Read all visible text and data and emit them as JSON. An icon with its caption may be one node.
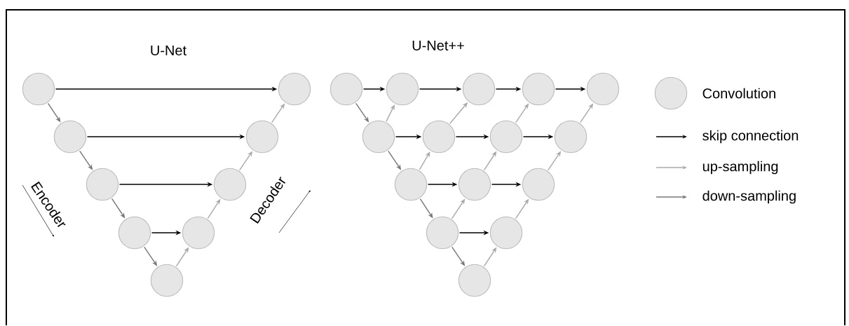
{
  "diagram": {
    "nodes": [
      {
        "text": [],
        "shape": "circle"
      },
      {
        "text": [],
        "shape": "circle"
      },
      {
        "text": [],
        "shape": "circle"
      },
      {
        "text": [],
        "shape": "circle"
      },
      {
        "text": [],
        "shape": "circle"
      },
      {
        "text": [],
        "shape": "circle"
      },
      {
        "text": [],
        "shape": "circle"
      },
      {
        "text": [],
        "shape": "circle"
      },
      {
        "text": [],
        "shape": "circle"
      },
      {
        "text": [],
        "shape": "circle"
      },
      {
        "text": [],
        "shape": "circle"
      },
      {
        "text": [],
        "shape": "circle"
      },
      {
        "text": [],
        "shape": "circle"
      },
      {
        "text": [],
        "shape": "circle"
      },
      {
        "text": [],
        "shape": "circle"
      },
      {
        "text": [],
        "shape": "circle"
      },
      {
        "text": [],
        "shape": "circle"
      },
      {
        "text": [],
        "shape": "circle"
      },
      {
        "text": [],
        "shape": "circle"
      },
      {
        "text": [],
        "shape": "circle"
      },
      {
        "text": [],
        "shape": "circle"
      },
      {
        "text": [],
        "shape": "circle"
      },
      {
        "text": [],
        "shape": "circle"
      },
      {
        "text": [],
        "shape": "circle"
      }
    ],
    "edges": [
      {
        "from": 0,
        "to": 5,
        "arrow": "to"
      },
      {
        "from": 1,
        "to": 6,
        "arrow": "to"
      },
      {
        "from": 2,
        "to": 7,
        "arrow": "to"
      },
      {
        "from": 3,
        "to": 8,
        "arrow": "to"
      },
      {
        "from": 0,
        "to": 1,
        "arrow": "to",
        "color": "#777777"
      },
      {
        "from": 1,
        "to": 2,
        "arrow": "to",
        "color": "#777777"
      },
      {
        "from": 2,
        "to": 3,
        "arrow": "to",
        "color": "#777777"
      },
      {
        "from": 3,
        "to": 4,
        "arrow": "to",
        "color": "#777777"
      },
      {
        "from": 4,
        "to": 8,
        "arrow": "to",
        "color": "#aaaaaa"
      },
      {
        "from": 8,
        "to": 7,
        "arrow": "to",
        "color": "#aaaaaa"
      },
      {
        "from": 7,
        "to": 6,
        "arrow": "to",
        "color": "#aaaaaa"
      },
      {
        "from": 6,
        "to": 5,
        "arrow": "to",
        "color": "#aaaaaa"
      },
      {
        "from": 9,
        "to": 10,
        "arrow": "to"
      },
      {
        "from": 10,
        "to": 11,
        "arrow": "to"
      },
      {
        "from": 11,
        "to": 12,
        "arrow": "to"
      },
      {
        "from": 12,
        "to": 13,
        "arrow": "to"
      },
      {
        "from": 14,
        "to": 15,
        "arrow": "to"
      },
      {
        "from": 15,
        "to": 16,
        "arrow": "to"
      },
      {
        "from": 16,
        "to": 17,
        "arrow": "to"
      },
      {
        "from": 18,
        "to": 19,
        "arrow": "to"
      },
      {
        "from": 19,
        "to": 20,
        "arrow": "to"
      },
      {
        "from": 21,
        "to": 22,
        "arrow": "to"
      },
      {
        "from": 9,
        "to": 14,
        "arrow": "to",
        "color": "#777777"
      },
      {
        "from": 14,
        "to": 18,
        "arrow": "to",
        "color": "#777777"
      },
      {
        "from": 18,
        "to": 21,
        "arrow": "to",
        "color": "#777777"
      },
      {
        "from": 21,
        "to": 23,
        "arrow": "to",
        "color": "#777777"
      },
      {
        "from": 14,
        "to": 10,
        "arrow": "to",
        "color": "#aaaaaa"
      },
      {
        "from": 15,
        "to": 11,
        "arrow": "to",
        "color": "#aaaaaa"
      },
      {
        "from": 16,
        "to": 12,
        "arrow": "to",
        "color": "#aaaaaa"
      },
      {
        "from": 17,
        "to": 13,
        "arrow": "to",
        "color": "#aaaaaa"
      },
      {
        "from": 18,
        "to": 15,
        "arrow": "to",
        "color": "#aaaaaa"
      },
      {
        "from": 19,
        "to": 16,
        "arrow": "to",
        "color": "#aaaaaa"
      },
      {
        "from": 20,
        "to": 17,
        "arrow": "to",
        "color": "#aaaaaa"
      },
      {
        "from": 21,
        "to": 19,
        "arrow": "to",
        "color": "#aaaaaa"
      },
      {
        "from": 22,
        "to": 20,
        "arrow": "to",
        "color": "#aaaaaa"
      },
      {
        "from": 23,
        "to": 22,
        "arrow": "to",
        "color": "#aaaaaa"
      }
    ],
    "labels": [
      "U-Net",
      "U-Net++",
      "Encoder",
      "Decoder"
    ],
    "legend": [
      {
        "text": "Convolution"
      },
      {
        "text": "skip connection"
      },
      {
        "text": "up-sampling"
      },
      {
        "text": "down-sampling"
      }
    ]
  }
}
